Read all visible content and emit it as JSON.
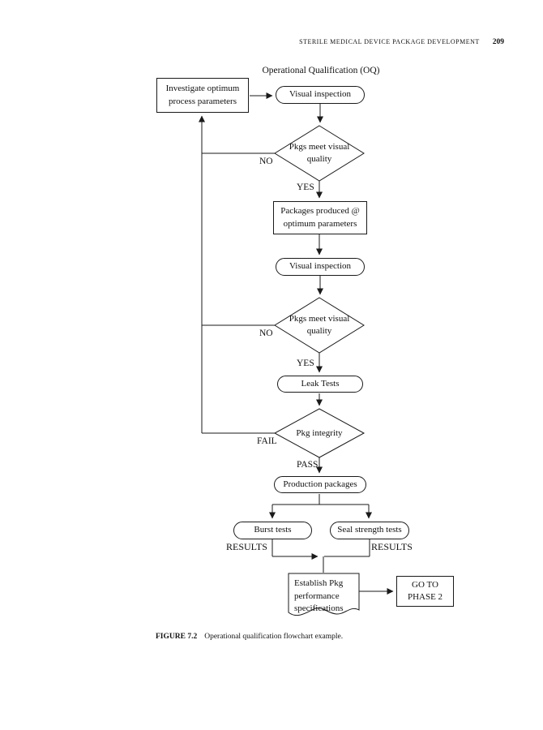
{
  "page": {
    "running_head": "STERILE MEDICAL DEVICE PACKAGE DEVELOPMENT",
    "page_number": "209",
    "figure_label": "FIGURE 7.2",
    "figure_caption": "Operational qualification flowchart example."
  },
  "flowchart": {
    "title": "Operational Qualification (OQ)",
    "nodes": {
      "investigate": "Investigate optimum process parameters",
      "visual_inspection_1": "Visual inspection",
      "decision_visual_1": "Pkgs meet visual quality",
      "packages_produced": "Packages produced @ optimum parameters",
      "visual_inspection_2": "Visual inspection",
      "decision_visual_2": "Pkgs meet visual quality",
      "leak_tests": "Leak Tests",
      "decision_integrity": "Pkg integrity",
      "production_packages": "Production packages",
      "burst_tests": "Burst tests",
      "seal_strength_tests": "Seal strength tests",
      "establish_specs": "Establish Pkg performance specifications",
      "go_to_phase_2": "GO TO PHASE 2"
    },
    "edge_labels": {
      "no_1": "NO",
      "yes_1": "YES",
      "no_2": "NO",
      "yes_2": "YES",
      "fail": "FAIL",
      "pass": "PASS",
      "results_left": "RESULTS",
      "results_right": "RESULTS"
    },
    "colors": {
      "line": "#1a1a1a",
      "text": "#111111",
      "background": "#ffffff"
    }
  }
}
